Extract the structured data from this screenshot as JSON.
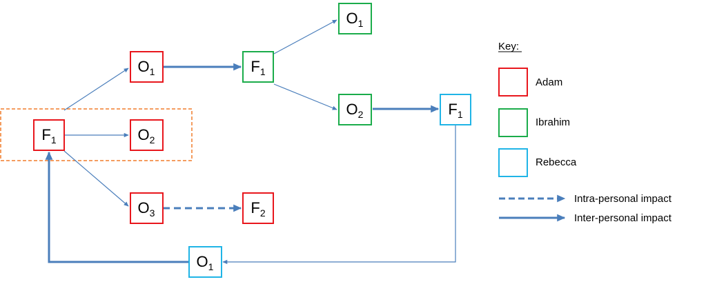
{
  "colors": {
    "adam": "#e8161c",
    "ibrahim": "#1aac4a",
    "rebecca": "#1fb4e6",
    "arrow": "#4a7ebb",
    "group_outline": "#f07b2a"
  },
  "nodes": {
    "adam_f1": {
      "letter": "F",
      "sub": "1"
    },
    "adam_o1": {
      "letter": "O",
      "sub": "1"
    },
    "adam_o2": {
      "letter": "O",
      "sub": "2"
    },
    "adam_o3": {
      "letter": "O",
      "sub": "3"
    },
    "adam_f2": {
      "letter": "F",
      "sub": "2"
    },
    "ibrahim_f1": {
      "letter": "F",
      "sub": "1"
    },
    "ibrahim_o1": {
      "letter": "O",
      "sub": "1"
    },
    "ibrahim_o2": {
      "letter": "O",
      "sub": "2"
    },
    "rebecca_f1": {
      "letter": "F",
      "sub": "1"
    },
    "rebecca_o1": {
      "letter": "O",
      "sub": "1"
    }
  },
  "key": {
    "title": "Key:",
    "adam": "Adam",
    "ibrahim": "Ibrahim",
    "rebecca": "Rebecca",
    "intra": "Intra-personal impact",
    "inter": "Inter-personal impact"
  }
}
